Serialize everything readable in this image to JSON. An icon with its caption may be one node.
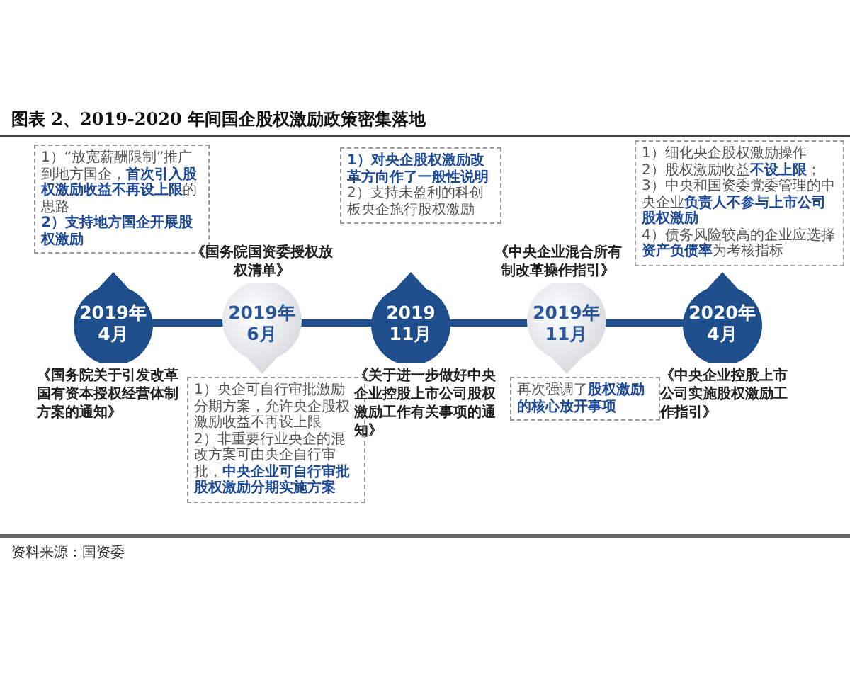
{
  "diagram": {
    "title": "图表 2、2019-2020 年间国企股权激励政策密集落地",
    "caption": "资料来源：国资委",
    "nodes": [
      {
        "text": [
          "2019年",
          "4月"
        ],
        "beside": [
          "《国务院关于引发改革国有资本授权经营体制方案的通知》"
        ]
      },
      {
        "text": [
          "1）“放宽薪酬限制”推广到地方国企，**首次引入股权激励收益不再设上限**的思路",
          "**2）支持地方国企开展股权激励**"
        ]
      },
      {
        "text": [
          "2019年",
          "6月"
        ],
        "beside": [
          "《国务院国资委授权放权清单》"
        ]
      },
      {
        "text": [
          "1）央企可自行审批激励分期方案，允许央企股权激励收益不再设上限",
          "2）非重要行业央企的混改方案可由央企自行审批，**中央企业可自行审批股权激励分期实施方案**"
        ]
      },
      {
        "text": [
          "2019",
          "11月"
        ],
        "beside": [
          "《关于进一步做好中央企业控股上市公司股权激励工作有关事项的通知》"
        ]
      },
      {
        "text": [
          "**1）对央企股权激励改革方向作了一般性说明**",
          "2）支持未盈利的科创板央企施行股权激励"
        ]
      },
      {
        "text": [
          "2019年",
          "11月"
        ],
        "beside": [
          "《中央企业混合所有制改革操作指引》"
        ]
      },
      {
        "text": [
          "再次强调了**股权激励的核心放开事项**"
        ]
      },
      {
        "text": [
          "2020年",
          "4月"
        ],
        "beside": [
          "《中央企业控股上市公司实施股权激励工作指引》"
        ]
      },
      {
        "text": [
          "1）细化央企股权激励操作",
          "2）股权激励收益**不设上限**；",
          "3）中央和国资委党委管理的中央企业**负责人不参与上市公司股权激励**",
          "4）债务风险较高的企业应选择**资产负债率**为考核指标"
        ]
      }
    ],
    "edges": [
      {
        "from": 0,
        "to": 2,
        "arrow": "none"
      },
      {
        "from": 2,
        "to": 4,
        "arrow": "none"
      },
      {
        "from": 4,
        "to": 6,
        "arrow": "none"
      },
      {
        "from": 6,
        "to": 8,
        "arrow": "none"
      }
    ]
  }
}
